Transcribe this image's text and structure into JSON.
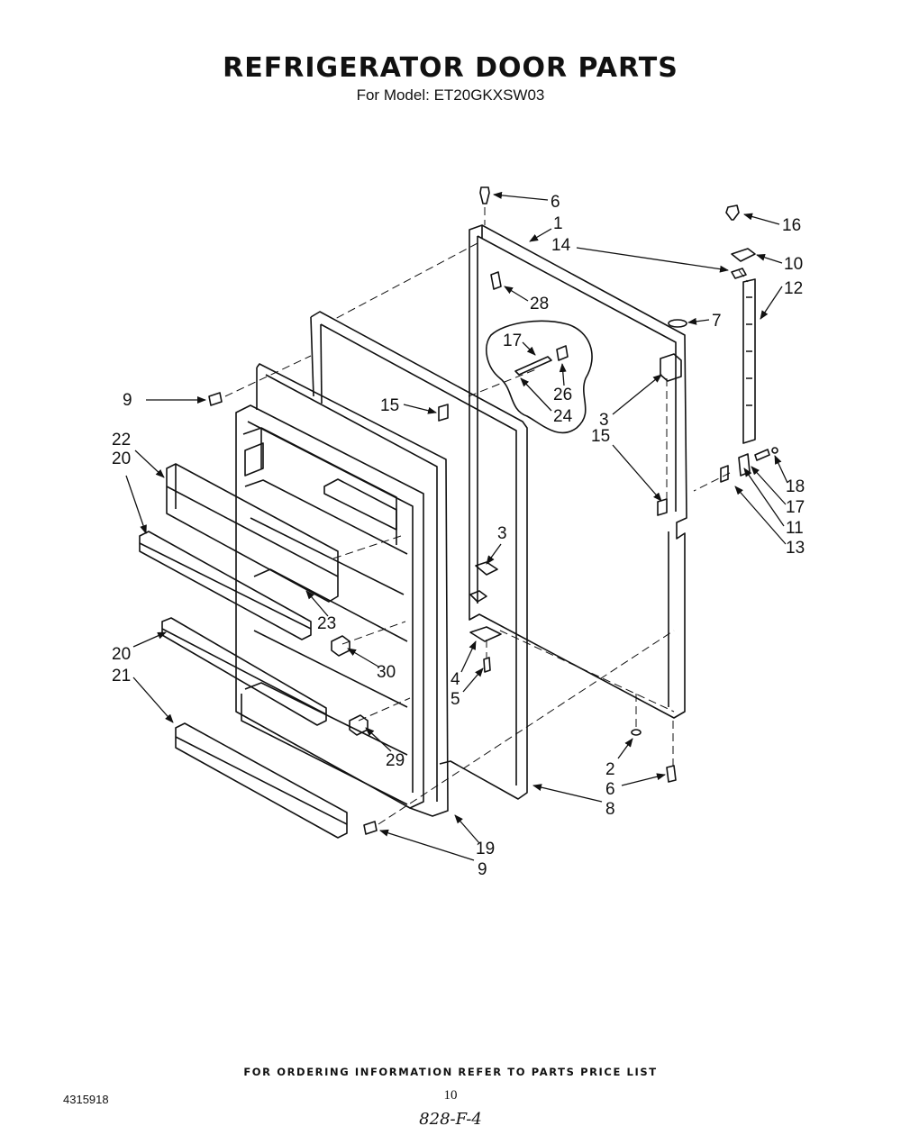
{
  "header": {
    "title": "REFRIGERATOR DOOR PARTS",
    "subtitle": "For Model: ET20GKXSW03"
  },
  "footer": {
    "note": "FOR ORDERING INFORMATION REFER TO PARTS PRICE LIST",
    "doc_number": "4315918",
    "page_number": "10",
    "handwritten": "828-F-4"
  },
  "callouts": [
    {
      "id": "c6a",
      "text": "6"
    },
    {
      "id": "c1",
      "text": "1"
    },
    {
      "id": "c14",
      "text": "14"
    },
    {
      "id": "c16",
      "text": "16"
    },
    {
      "id": "c10",
      "text": "10"
    },
    {
      "id": "c12",
      "text": "12"
    },
    {
      "id": "c28",
      "text": "28"
    },
    {
      "id": "c7",
      "text": "7"
    },
    {
      "id": "c17a",
      "text": "17"
    },
    {
      "id": "c26",
      "text": "26"
    },
    {
      "id": "c24",
      "text": "24"
    },
    {
      "id": "c9a",
      "text": "9"
    },
    {
      "id": "c15a",
      "text": "15"
    },
    {
      "id": "c3a",
      "text": "3"
    },
    {
      "id": "c15b",
      "text": "15"
    },
    {
      "id": "c22",
      "text": "22"
    },
    {
      "id": "c20a",
      "text": "20"
    },
    {
      "id": "c18",
      "text": "18"
    },
    {
      "id": "c17b",
      "text": "17"
    },
    {
      "id": "c11",
      "text": "11"
    },
    {
      "id": "c13",
      "text": "13"
    },
    {
      "id": "c3b",
      "text": "3"
    },
    {
      "id": "c23",
      "text": "23"
    },
    {
      "id": "c20b",
      "text": "20"
    },
    {
      "id": "c21",
      "text": "21"
    },
    {
      "id": "c30",
      "text": "30"
    },
    {
      "id": "c4",
      "text": "4"
    },
    {
      "id": "c5",
      "text": "5"
    },
    {
      "id": "c29",
      "text": "29"
    },
    {
      "id": "c2",
      "text": "2"
    },
    {
      "id": "c6b",
      "text": "6"
    },
    {
      "id": "c8",
      "text": "8"
    },
    {
      "id": "c19",
      "text": "19"
    },
    {
      "id": "c9b",
      "text": "9"
    }
  ]
}
